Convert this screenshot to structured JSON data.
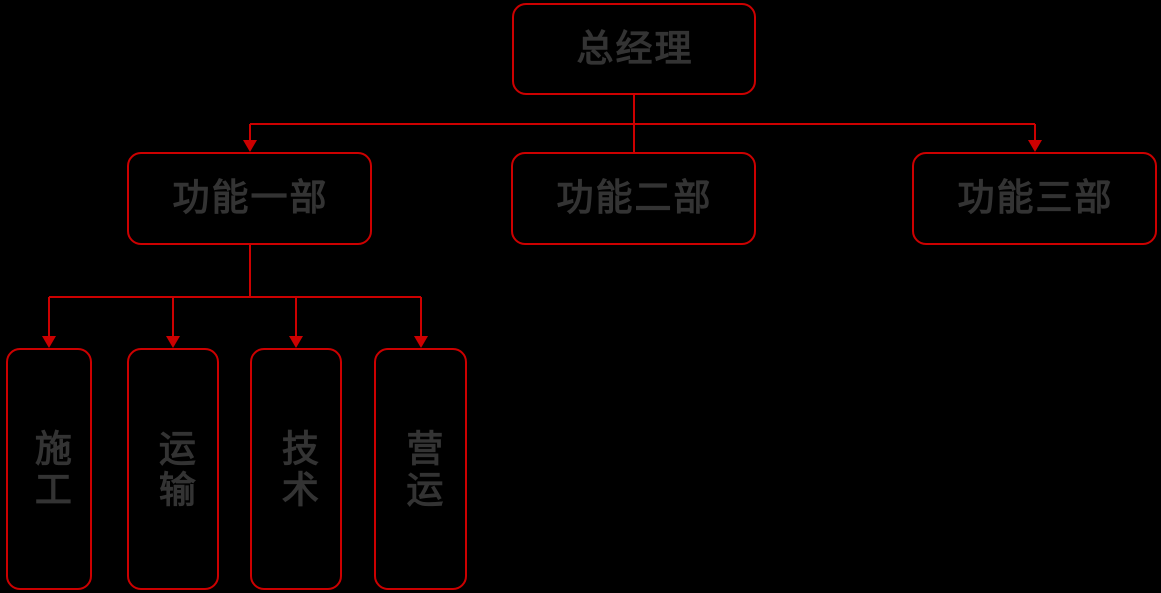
{
  "org_chart": {
    "type": "org-tree",
    "colors": {
      "background": "#000000",
      "node_border": "#cc0000",
      "connector": "#cc0000",
      "arrow": "#cc0000",
      "text": "#333333"
    },
    "nodes": {
      "root": {
        "label": "总经理"
      },
      "dept1": {
        "label": "功能一部"
      },
      "dept2": {
        "label": "功能二部"
      },
      "dept3": {
        "label": "功能三部"
      },
      "team1": {
        "label": "施工",
        "text_orientation": "vertical"
      },
      "team2": {
        "label": "运输",
        "text_orientation": "vertical"
      },
      "team3": {
        "label": "技术",
        "text_orientation": "vertical"
      },
      "team4": {
        "label": "营运",
        "text_orientation": "vertical"
      }
    },
    "edges": [
      {
        "from": "总经理",
        "to": "功能一部",
        "arrowhead": true
      },
      {
        "from": "总经理",
        "to": "功能二部",
        "arrowhead": false
      },
      {
        "from": "总经理",
        "to": "功能三部",
        "arrowhead": true
      },
      {
        "from": "功能一部",
        "to": "施工",
        "arrowhead": true
      },
      {
        "from": "功能一部",
        "to": "运输",
        "arrowhead": true
      },
      {
        "from": "功能一部",
        "to": "技术",
        "arrowhead": true
      },
      {
        "from": "功能一部",
        "to": "营运",
        "arrowhead": true
      }
    ]
  }
}
